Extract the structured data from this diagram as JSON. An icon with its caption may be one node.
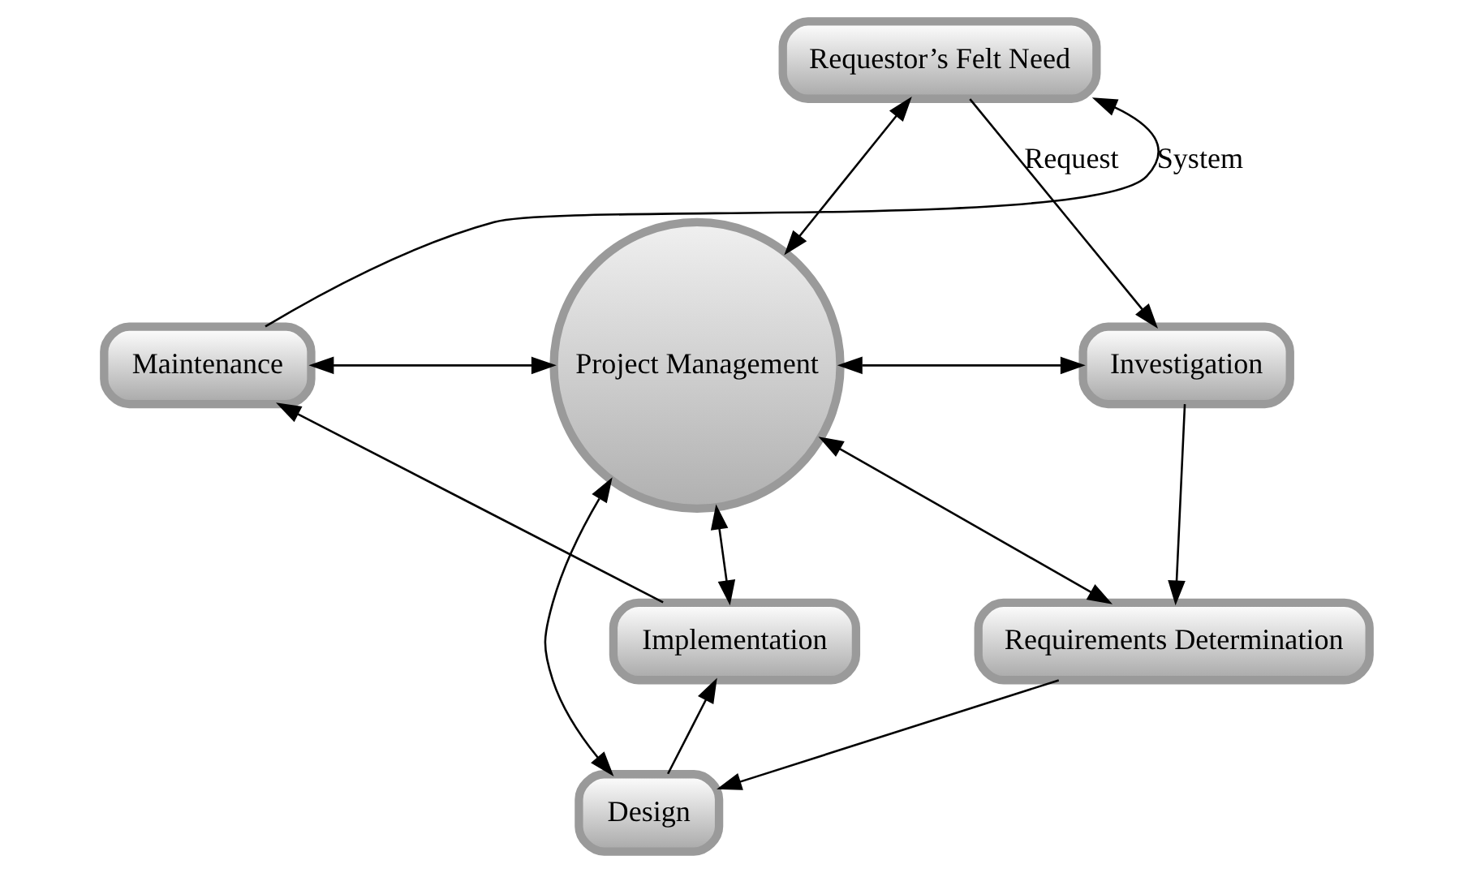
{
  "diagram": {
    "nodes": [
      {
        "text": [
          "Requestor’s Felt Need"
        ]
      },
      {
        "text": [
          "Project Management"
        ]
      },
      {
        "text": [
          "Maintenance"
        ]
      },
      {
        "text": [
          "Investigation"
        ]
      },
      {
        "text": [
          "Implementation"
        ]
      },
      {
        "text": [
          "Requirements Determination"
        ]
      },
      {
        "text": [
          "Design"
        ]
      }
    ],
    "edges": [
      {
        "from": 0,
        "to": 1,
        "arrow": "both"
      },
      {
        "from": 2,
        "to": 1,
        "arrow": "both"
      },
      {
        "from": 1,
        "to": 3,
        "arrow": "both"
      },
      {
        "from": 1,
        "to": 4,
        "arrow": "both"
      },
      {
        "from": 1,
        "to": 5,
        "arrow": "both"
      },
      {
        "from": 1,
        "to": 6,
        "arrow": "both"
      },
      {
        "from": 2,
        "to": 0,
        "arrow": "to",
        "label": "System"
      },
      {
        "from": 0,
        "to": 3,
        "arrow": "to",
        "label": "Request"
      },
      {
        "from": 3,
        "to": 5,
        "arrow": "to"
      },
      {
        "from": 5,
        "to": 6,
        "arrow": "to"
      },
      {
        "from": 6,
        "to": 4,
        "arrow": "to"
      },
      {
        "from": 4,
        "to": 2,
        "arrow": "to"
      }
    ]
  }
}
